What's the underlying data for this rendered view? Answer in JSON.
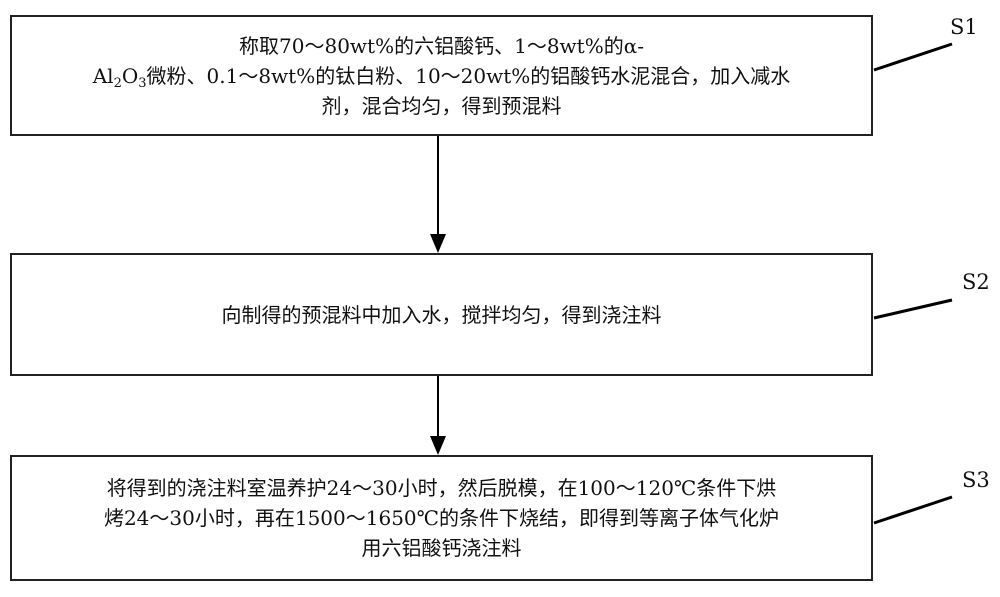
{
  "steps": [
    {
      "label": "S1",
      "line1": "称取70～80wt%的六铝酸钙、1～8wt%的α-",
      "line2": {
        "a": "Al",
        "s1": "2",
        "b": "O",
        "s2": "3",
        "rest": "微粉、0.1～8wt%的钛白粉、10～20wt%的铝酸钙水泥混合，加入减水"
      },
      "line3": "剂，混合均匀，得到预混料"
    },
    {
      "label": "S2",
      "line1": "向制得的预混料中加入水，搅拌均匀，得到浇注料"
    },
    {
      "label": "S3",
      "line1": "将得到的浇注料室温养护24～30小时，然后脱模，在100～120℃条件下烘",
      "line2": "烤24～30小时，再在1500～1650℃的条件下烧结，即得到等离子体气化炉",
      "line3": "用六铝酸钙浇注料"
    }
  ]
}
